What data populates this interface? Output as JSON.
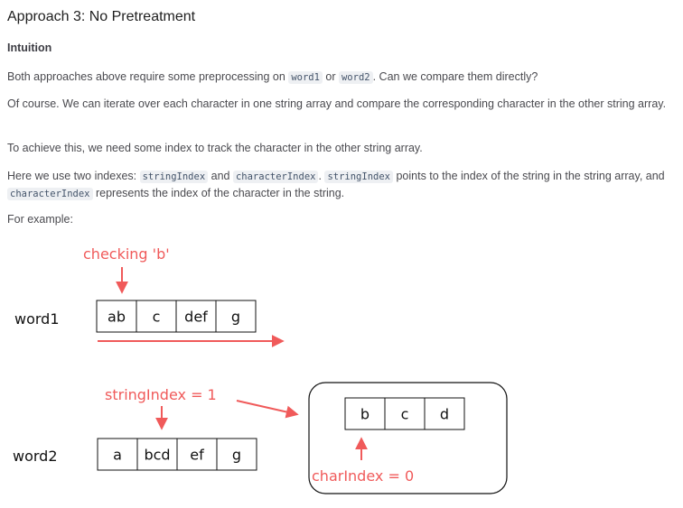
{
  "heading": "Approach 3: No Pretreatment",
  "subheading": "Intuition",
  "p1": {
    "a": "Both approaches above require some preprocessing on ",
    "code1": "word1",
    "b": " or ",
    "code2": "word2",
    "c": ". Can we compare them directly?"
  },
  "p2": "Of course. We can iterate over each character in one string array and compare the corresponding character in the other string array.",
  "p3": "To achieve this, we need some index to track the character in the other string array.",
  "p4": {
    "a": "Here we use two indexes: ",
    "code1": "stringIndex",
    "b": " and ",
    "code2": "characterIndex",
    "c": ". ",
    "code3": "stringIndex",
    "d": " points to the index of the string in the string array, and ",
    "code4": "characterIndex",
    "e": " represents the index of the character in the string."
  },
  "p5": "For example:",
  "diagram": {
    "checking_label": "checking 'b'",
    "word1_label": "word1",
    "word1_cells": [
      "ab",
      "c",
      "def",
      "g"
    ],
    "string_index_label": "stringIndex = 1",
    "word2_label": "word2",
    "word2_cells": [
      "a",
      "bcd",
      "ef",
      "g"
    ],
    "expanded_cells": [
      "b",
      "c",
      "d"
    ],
    "char_index_label": "charIndex = 0",
    "accent_color": "#f05a5a"
  }
}
